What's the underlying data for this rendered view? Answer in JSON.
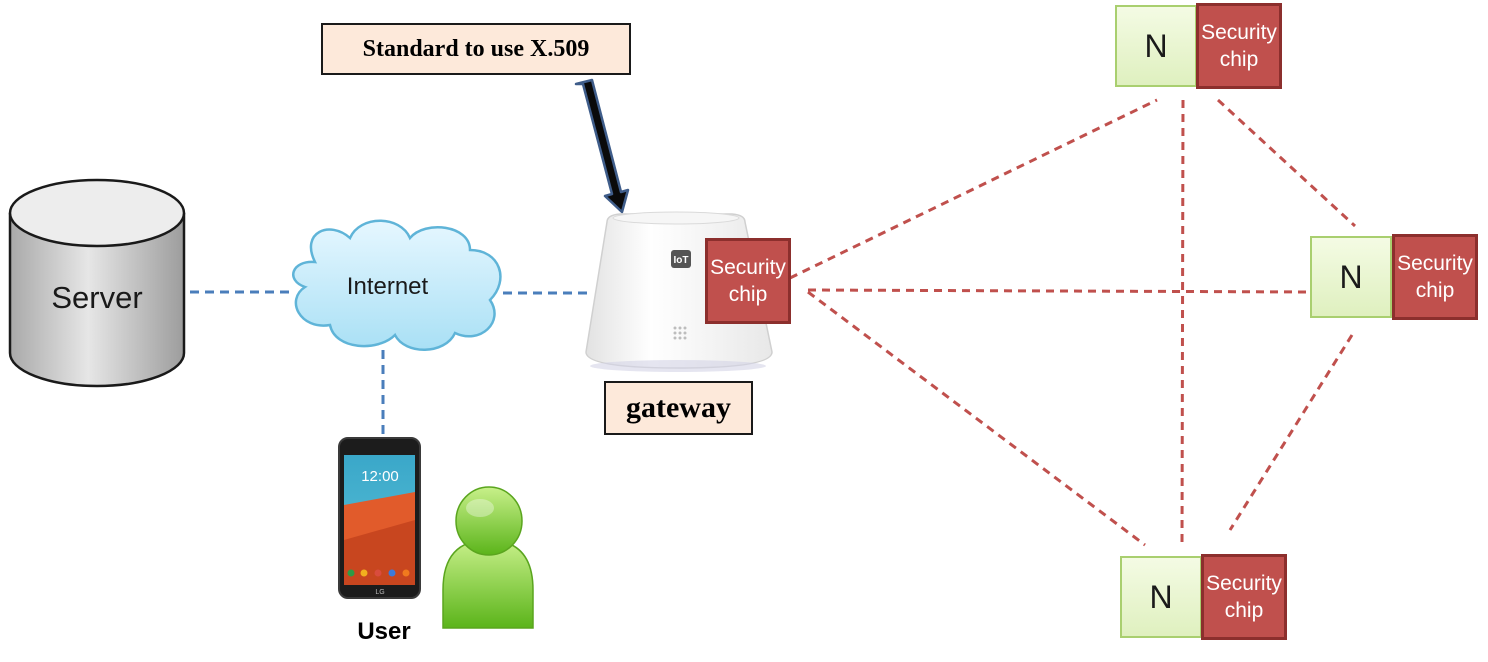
{
  "standard_label": "Standard to use X.509",
  "gateway_label": "gateway",
  "server_label": "Server",
  "internet_label": "Internet",
  "user_label": "User",
  "node_label": "N",
  "chip_label": "Security\nchip",
  "phone_clock": "12:00",
  "phone_brand": "LG",
  "gateway_logo": "IoT",
  "colors": {
    "link_blue": "#4a7ebb",
    "mesh_red": "#c0504d",
    "chip_fill": "#c0504d",
    "node_fill": "#e9f5d3",
    "label_fill": "#fde9da",
    "user_green": "#7ed321"
  },
  "icons": [
    "database-icon",
    "cloud-icon",
    "smartphone-icon",
    "user-icon",
    "router-icon",
    "arrow-down-icon"
  ]
}
